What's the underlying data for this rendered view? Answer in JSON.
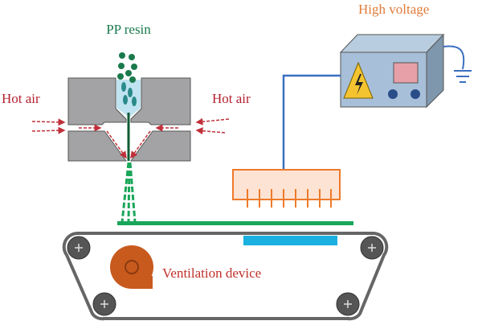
{
  "labels": {
    "resin": "PP resin",
    "hot_air_left": "Hot air",
    "hot_air_right": "Hot air",
    "high_voltage": "High voltage",
    "ventilation": "Ventilation device"
  },
  "colors": {
    "resin": "#1a7a4c",
    "hot_air": "#b5202e",
    "high_voltage": "#e07b39",
    "ventilation": "#c0302a",
    "die": "#a3a3a5",
    "fiber": "#1aa65a",
    "wire": "#3a6fc0",
    "collector": "#1ab0e0",
    "electrode": "#ee7a2a"
  }
}
